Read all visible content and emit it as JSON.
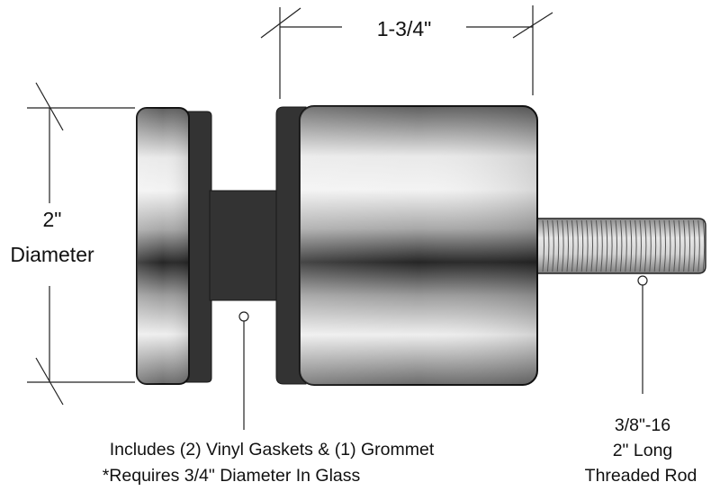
{
  "labels": {
    "width_dimension": "1-3/4\"",
    "diameter_value": "2\"",
    "diameter_word": "Diameter",
    "gasket_note_line1": "Includes (2) Vinyl Gaskets & (1) Grommet",
    "gasket_note_line2": "*Requires 3/4\" Diameter In Glass",
    "rod_note_line1": "3/8\"-16",
    "rod_note_line2": "2\" Long",
    "rod_note_line3": "Threaded Rod"
  },
  "colors": {
    "line": "#222222",
    "gasket": "#333333",
    "metal_light": "#f2f2f2",
    "metal_dark": "#2a2a2a"
  }
}
